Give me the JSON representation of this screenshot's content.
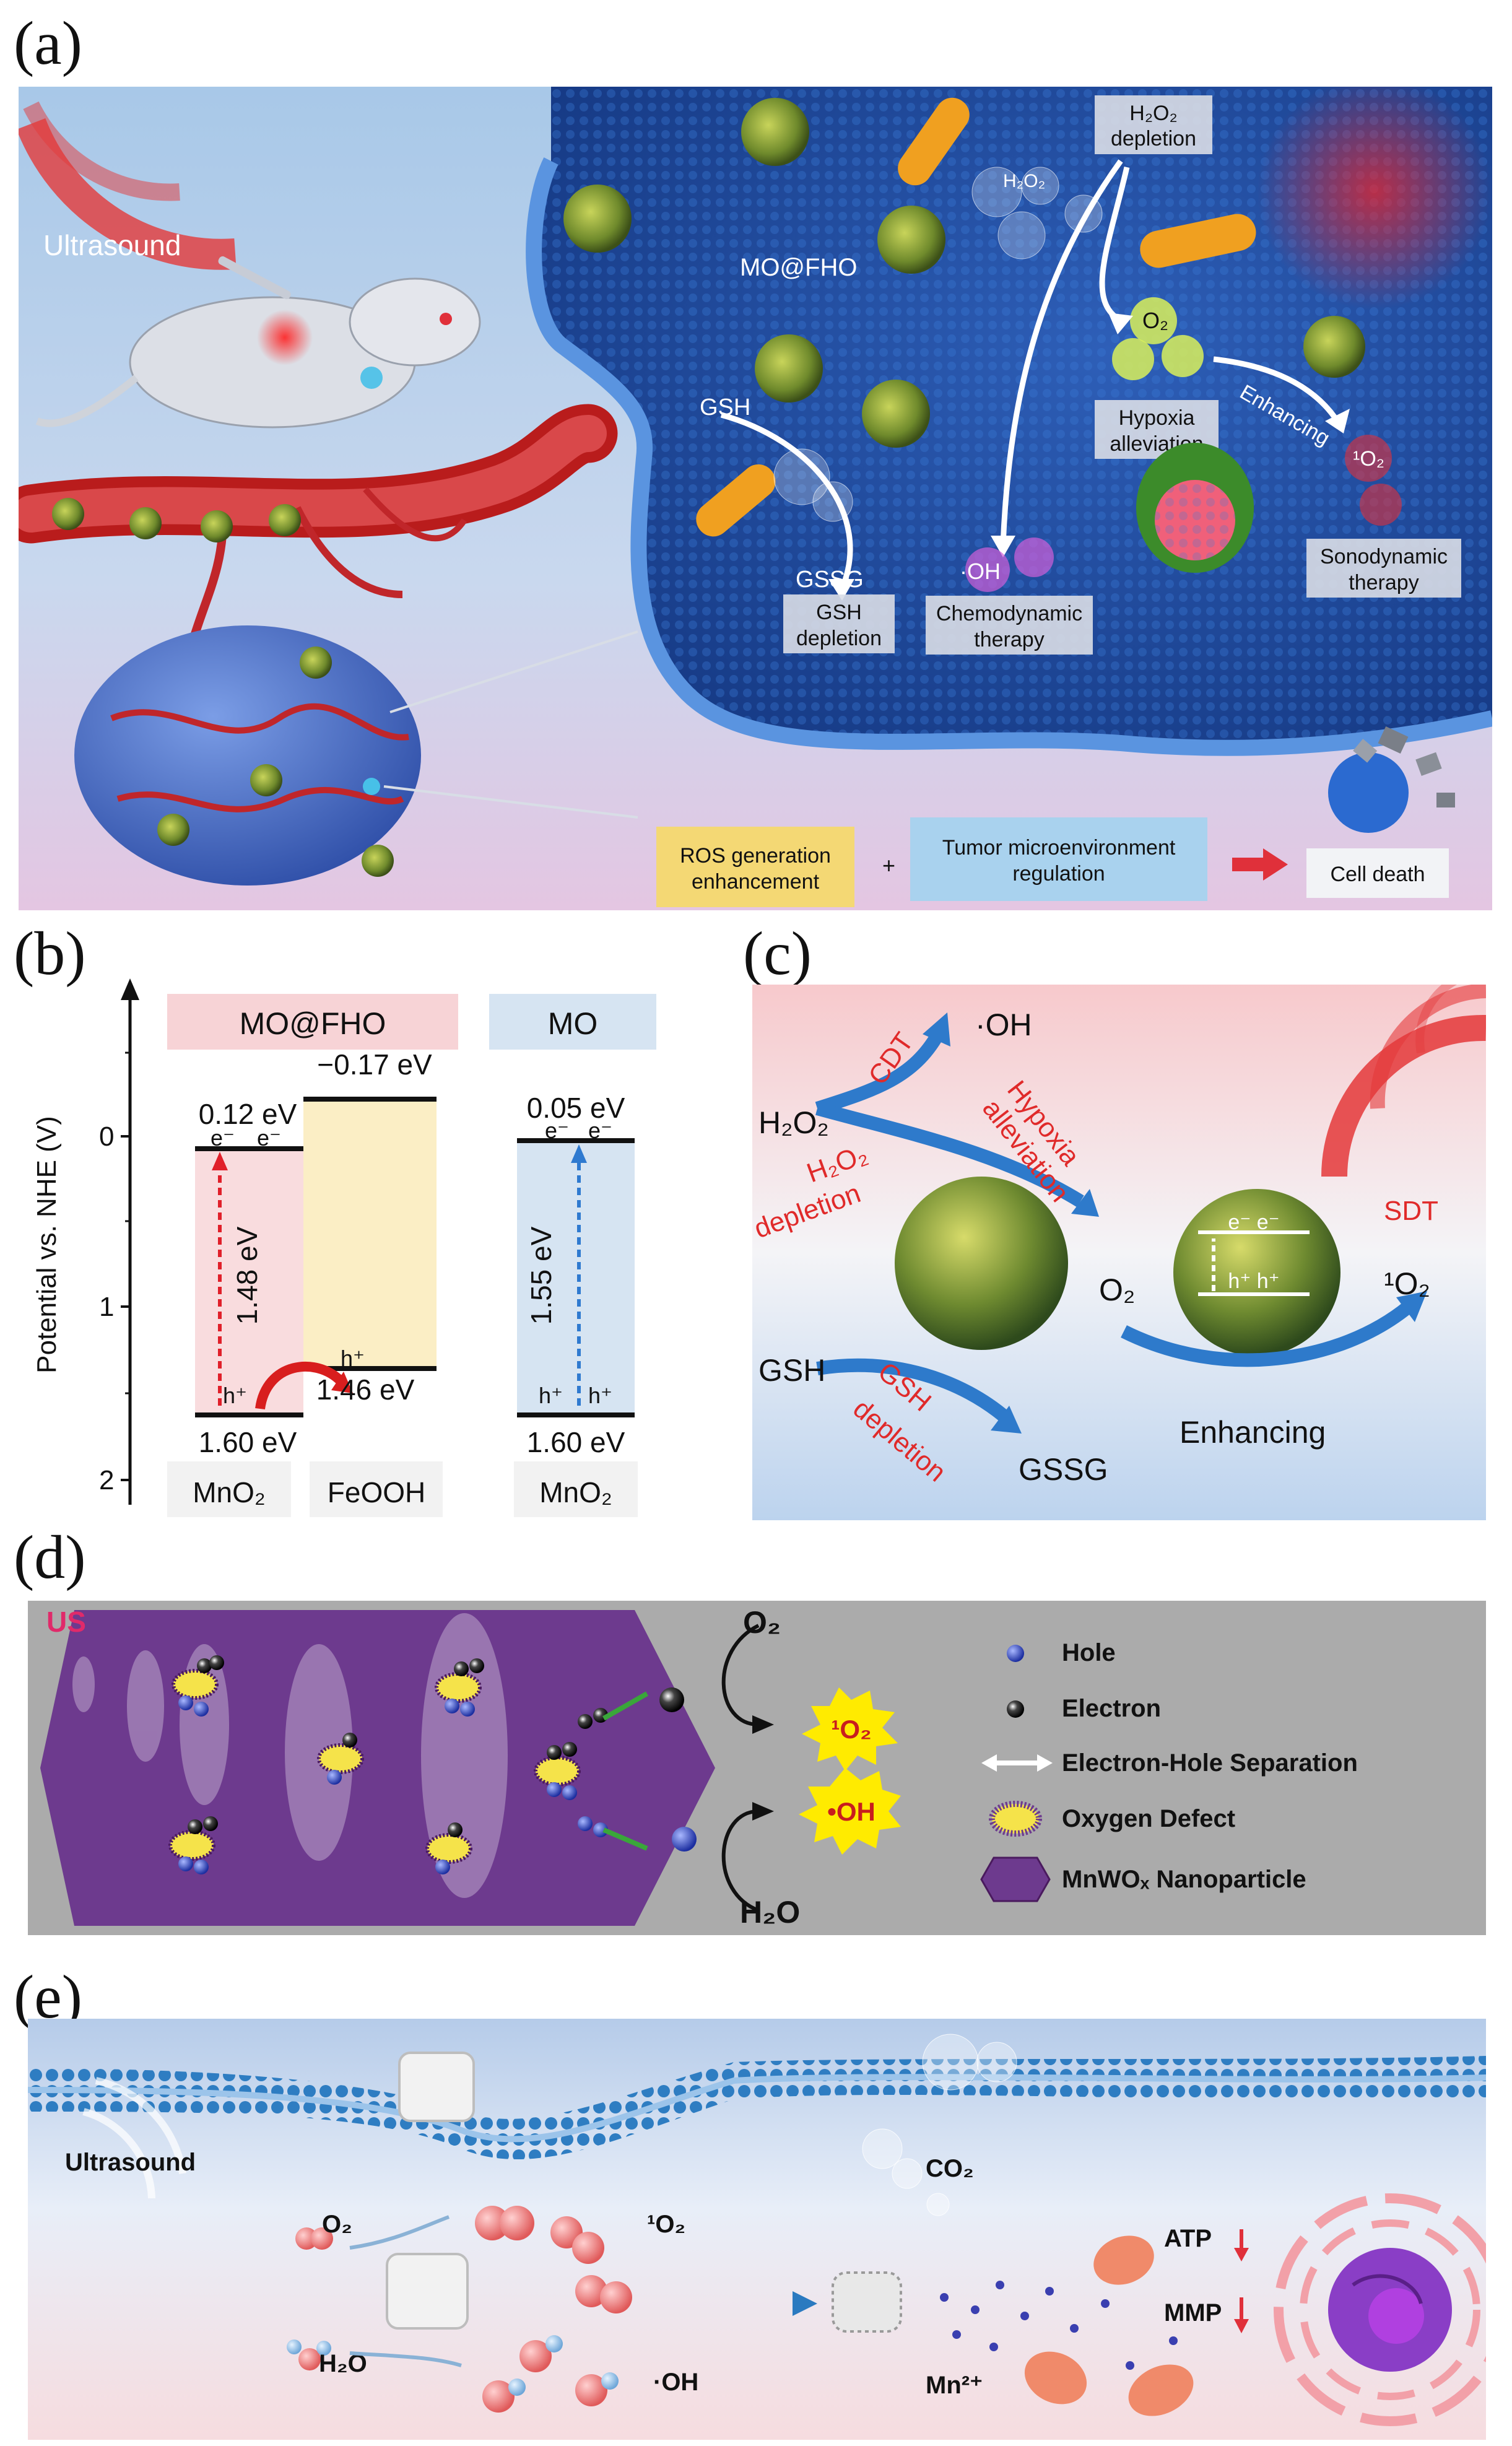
{
  "labels": {
    "a": "(a)",
    "b": "(b)",
    "c": "(c)",
    "d": "(d)",
    "e": "(e)"
  },
  "panel_a": {
    "ultrasound": "Ultrasound",
    "mo_fho": "MO@FHO",
    "h2o2_depletion_1": "H₂O₂",
    "h2o2_depletion_2": "depletion",
    "h2o2_bubble": "H₂O₂",
    "gsh": "GSH",
    "gssg": "GSSG",
    "gsh_depletion_1": "GSH",
    "gsh_depletion_2": "depletion",
    "o2": "O₂",
    "hypoxia_1": "Hypoxia",
    "hypoxia_2": "alleviation",
    "enhancing": "Enhancing",
    "singlet_o2": "¹O₂",
    "oh": "·OH",
    "chemo_1": "Chemodynamic",
    "chemo_2": "therapy",
    "sono_1": "Sonodynamic",
    "sono_2": "therapy",
    "ros_1": "ROS generation",
    "ros_2": "enhancement",
    "plus": "+",
    "tme_1": "Tumor microenvironment",
    "tme_2": "regulation",
    "cell_death": "Cell death"
  },
  "panel_b": {
    "y_axis_label": "Potential vs. NHE (V)",
    "y_ticks": [
      "0",
      "1",
      "2"
    ],
    "header_mofho": "MO@FHO",
    "header_mo": "MO",
    "mno2_cb": "0.12 eV",
    "feooh_cb": "−0.17 eV",
    "mo_cb": "0.05 eV",
    "gap_mofho": "1.48 eV",
    "gap_mo": "1.55 eV",
    "feooh_vb": "1.46 eV",
    "mno2_vb": "1.60 eV",
    "mo_vb": "1.60 eV",
    "electron": "e⁻",
    "hole": "h⁺",
    "mat_mno2_1": "MnO₂",
    "mat_feooh": "FeOOH",
    "mat_mno2_2": "MnO₂"
  },
  "panel_c": {
    "oh": "·OH",
    "h2o2": "H₂O₂",
    "cdt": "CDT",
    "hypoxia_1": "Hypoxia",
    "hypoxia_2": "alleviation",
    "h2o2_dep_1": "H₂O₂",
    "h2o2_dep_2": "depletion",
    "o2": "O₂",
    "sdt": "SDT",
    "singlet": "¹O₂",
    "gsh": "GSH",
    "gsh_dep_1": "GSH",
    "gsh_dep_2": "depletion",
    "gssg": "GSSG",
    "enhancing": "Enhancing",
    "ee": "e⁻ e⁻",
    "hh": "h⁺ h⁺"
  },
  "panel_d": {
    "us": "US",
    "o2": "O₂",
    "singlet": "¹O₂",
    "oh": "•OH",
    "h2o": "H₂O",
    "legend": [
      "Hole",
      "Electron",
      "Electron-Hole Separation",
      "Oxygen Defect",
      "MnWOₓ Nanoparticle"
    ]
  },
  "panel_e": {
    "ultrasound": "Ultrasound",
    "co2": "CO₂",
    "o2": "O₂",
    "singlet": "¹O₂",
    "h2o": "H₂O",
    "oh": "·OH",
    "mn": "Mn²⁺",
    "atp": "ATP",
    "mmp": "MMP"
  }
}
